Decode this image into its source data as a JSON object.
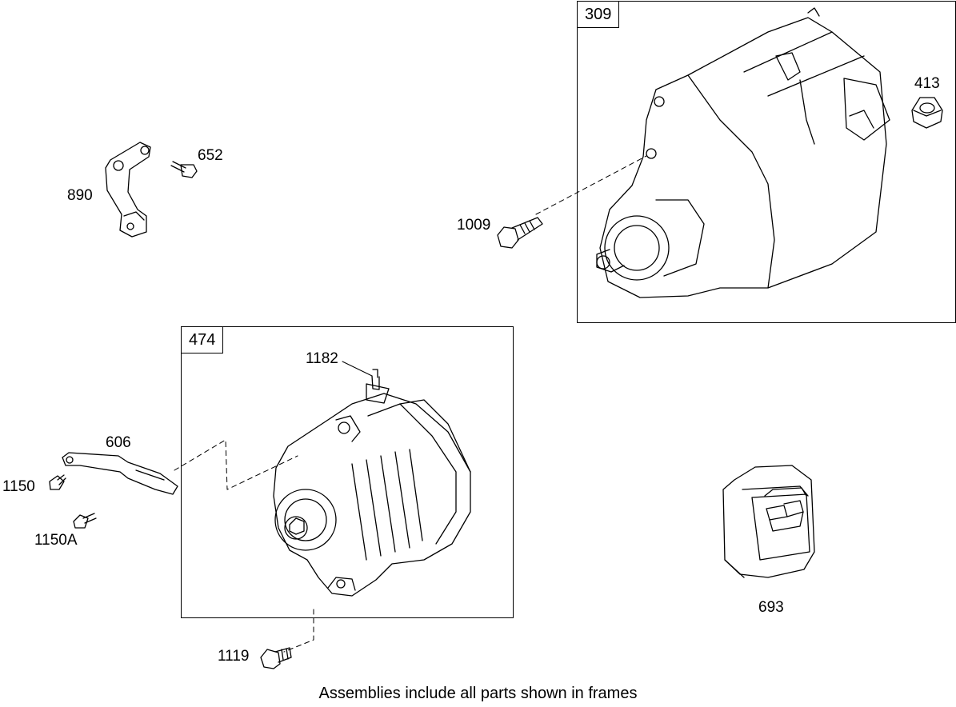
{
  "frames": [
    {
      "id": "starter",
      "label": "309"
    },
    {
      "id": "alternator",
      "label": "474"
    }
  ],
  "callouts": {
    "c890": "890",
    "c652": "652",
    "c1009": "1009",
    "c413": "413",
    "c1182": "1182",
    "c606": "606",
    "c1150": "1150",
    "c1150A": "1150A",
    "c693": "693",
    "c1119": "1119"
  },
  "caption": "Assemblies include all parts shown in frames",
  "parts": {
    "bracket": "bracket",
    "screw": "screw",
    "starter_motor": "starter-motor",
    "nut": "hex-nut",
    "alternator": "alternator",
    "terminal": "terminal-post",
    "belt_adjuster": "adjuster-strap",
    "regulator": "regulator-module"
  }
}
